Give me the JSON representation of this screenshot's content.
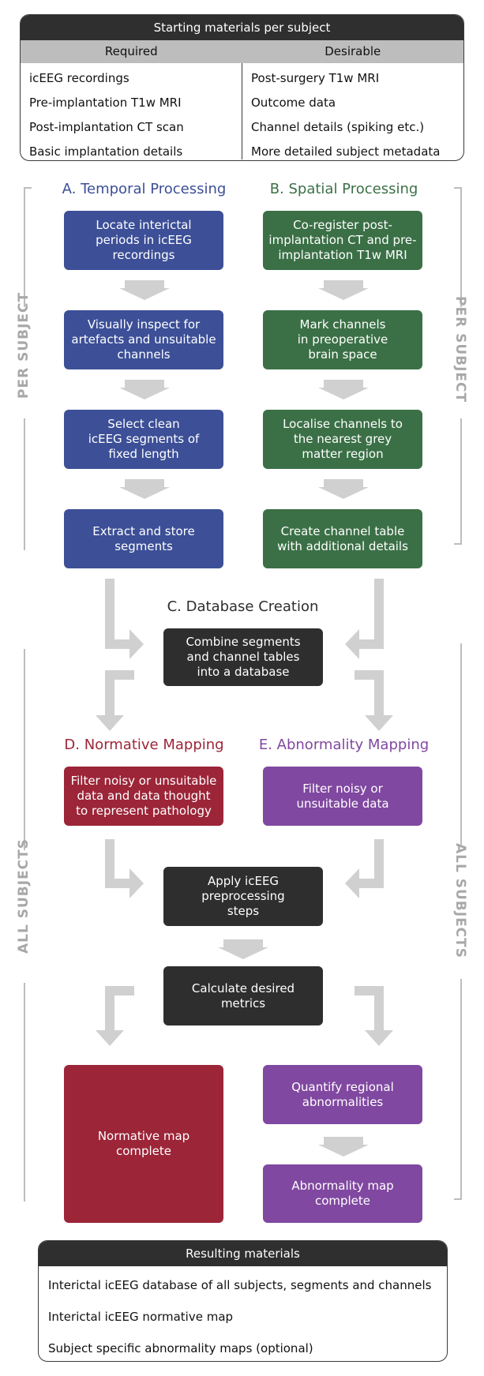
{
  "starting_table": {
    "title": "Starting materials per subject",
    "required_header": "Required",
    "desirable_header": "Desirable",
    "required": [
      "icEEG recordings",
      "Pre-implantation T1w MRI",
      "Post-implantation CT scan",
      "Basic implantation details"
    ],
    "desirable": [
      "Post-surgery T1w MRI",
      "Outcome data",
      "Channel details (spiking etc.)",
      "More detailed subject metadata"
    ]
  },
  "side_labels": {
    "per_subject": "PER SUBJECT",
    "all_subjects": "ALL SUBJECTS"
  },
  "sections": {
    "temporal": "A. Temporal Processing",
    "spatial": "B. Spatial Processing",
    "database": "C. Database Creation",
    "normative": "D. Normative Mapping",
    "abnormality": "E. Abnormality Mapping"
  },
  "steps": {
    "a1": "Locate interictal\nperiods in icEEG\nrecordings",
    "a2": "Visually inspect for\nartefacts and unsuitable\nchannels",
    "a3": "Select clean\nicEEG segments of\nfixed length",
    "a4": "Extract and store\nsegments",
    "b1": "Co-register post-\nimplantation CT and pre-\nimplantation T1w MRI",
    "b2": "Mark channels\nin preoperative\nbrain space",
    "b3": "Localise channels to\nthe nearest grey\nmatter region",
    "b4": "Create channel table\nwith additional details",
    "c1": "Combine segments\nand channel tables\ninto a database",
    "d1": "Filter noisy or unsuitable\ndata and data thought\nto represent pathology",
    "e1": "Filter noisy or\nunsuitable data",
    "f1": "Apply icEEG\npreprocessing\nsteps",
    "f2": "Calculate desired\nmetrics",
    "d2": "Normative map\ncomplete",
    "e2": "Quantify regional\nabnormalities",
    "e3": "Abnormality map\ncomplete"
  },
  "resulting_table": {
    "title": "Resulting materials",
    "items": [
      "Interictal icEEG database of all subjects, segments and channels",
      "Interictal icEEG normative map",
      "Subject specific abnormality maps (optional)"
    ]
  },
  "colors": {
    "temporal": "#3c4f97",
    "spatial": "#3b7046",
    "database": "#2e2e2e",
    "normative": "#9c2538",
    "abnormality": "#8048a0",
    "arrow": "#d0d0d0",
    "side_label": "#a8a8a8"
  }
}
